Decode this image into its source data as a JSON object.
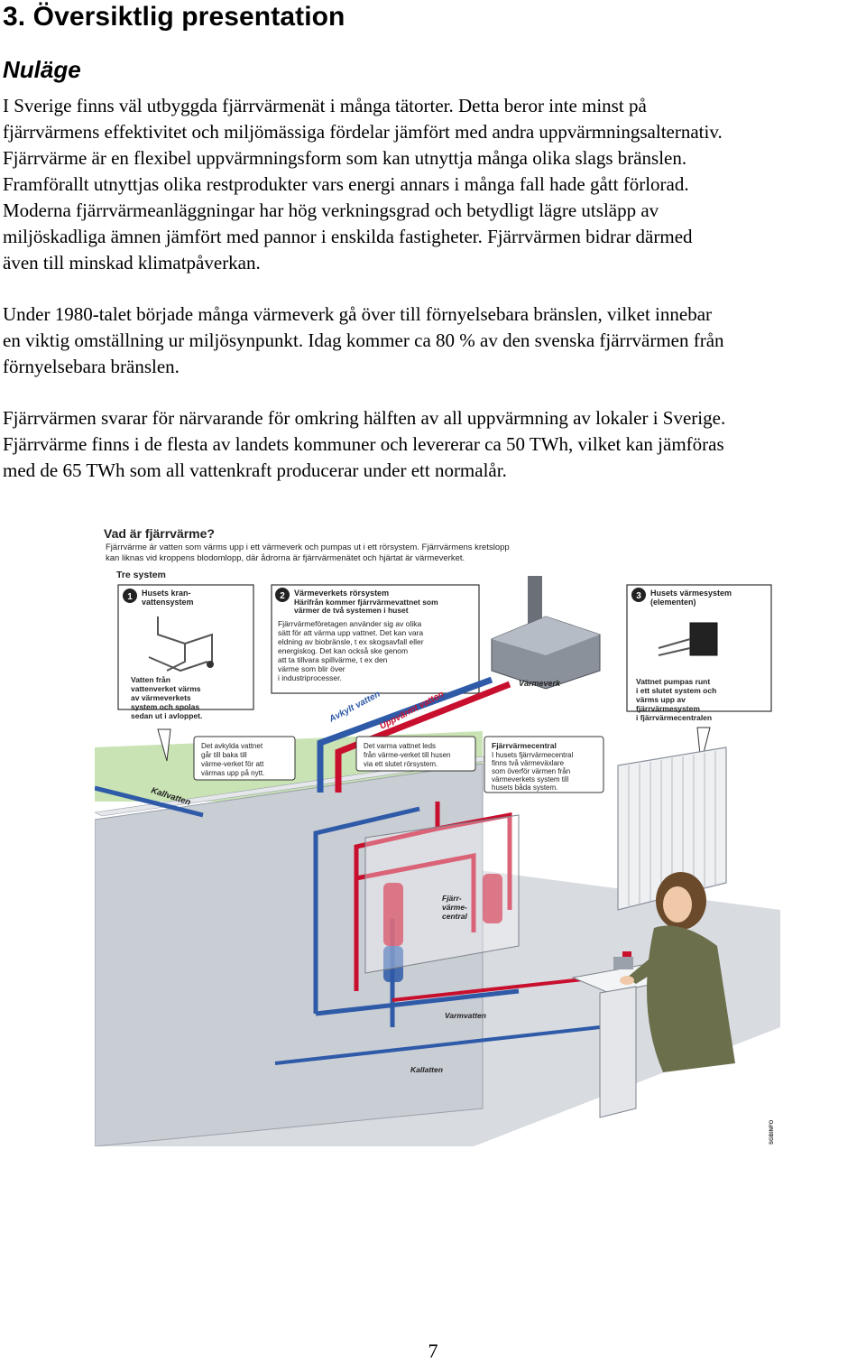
{
  "heading": "3. Översiktlig presentation",
  "subheading": "Nuläge",
  "paragraphs": [
    [
      "I Sverige finns väl utbyggda fjärrvärmenät i många tätorter. Detta beror inte minst på",
      "fjärrvärmens effektivitet och miljömässiga fördelar jämfört med andra uppvärmningsalternativ.",
      "Fjärrvärme är en flexibel uppvärmningsform som kan utnyttja många olika slags bränslen.",
      "Framförallt utnyttjas olika restprodukter vars energi annars i många fall hade gått förlorad.",
      "Moderna fjärrvärmeanläggningar har hög verkningsgrad och betydligt lägre utsläpp av",
      "miljöskadliga ämnen jämfört med pannor i enskilda fastigheter. Fjärrvärmen bidrar därmed",
      "även till minskad klimatpåverkan."
    ],
    [
      "Under 1980-talet började många värmeverk gå över till förnyelsebara bränslen, vilket innebar",
      "en viktig omställning ur miljösynpunkt. Idag kommer ca 80 % av den svenska fjärrvärmen från",
      "förnyelsebara bränslen."
    ],
    [
      "Fjärrvärmen svarar för närvarande för omkring hälften av all uppvärmning av lokaler i Sverige.",
      "Fjärrvärme finns i de flesta av landets kommuner och levererar ca 50 TWh, vilket kan jämföras",
      "med de 65 TWh som all vattenkraft producerar under ett normalår."
    ]
  ],
  "figure": {
    "title": "Vad är fjärrvärme?",
    "intro": [
      "Fjärrvärme är vatten som värms upp i ett värmeverk och pumpas ut i ett rörsystem. Fjärrvärmens kretslopp",
      "kan liknas vid kroppens blodomlopp, där ådrorna är fjärrvärmenätet och hjärtat är värmeverket."
    ],
    "systems_heading": "Tre system",
    "box1": {
      "number": "1",
      "title": [
        "Husets kran-",
        "vattensystem"
      ]
    },
    "box2": {
      "number": "2",
      "title": [
        "Värmeverkets rörsystem"
      ],
      "subtitle": [
        "Härifrån kommer fjärrvärmevattnet som",
        "värmer de två systemen i huset"
      ],
      "text": [
        "Fjärrvärmeföretagen använder sig av olika",
        "sätt för att värma upp vattnet. Det kan vara",
        "eldning av biobränsle, t ex skogsavfall eller",
        "energiskog. Det kan också ske genom",
        "att ta tillvara spillvärme, t ex den",
        "värme som blir över",
        "i industriprocesser."
      ]
    },
    "box3": {
      "number": "3",
      "title": [
        "Husets värmesystem",
        "(elementen)"
      ]
    },
    "callout_left": [
      "Vatten från",
      "vattenverket värms",
      "av värmeverkets",
      "system och spolas",
      "sedan ut i avloppet."
    ],
    "callout_right": [
      "Vattnet pumpas runt",
      "i ett slutet system och",
      "värms upp av",
      "fjärrvärmesystem",
      "i fjärrvärmecentralen"
    ],
    "bubble_cooled": [
      "Det avkylda vattnet",
      "går till baka till",
      "värme-verket för att",
      "värmas upp på nytt."
    ],
    "bubble_warm": [
      "Det varma vattnet leds",
      "från värme-verket till husen",
      "via ett slutet rörsystem."
    ],
    "bubble_central": {
      "title": "Fjärrvärmecentral",
      "text": [
        "I husets fjärrvärmecentral",
        "finns två värmeväxlare",
        "som överför värmen från",
        "värmeverkets system till",
        "husets båda system."
      ]
    },
    "labels": {
      "plant": "Värmeverk",
      "cooled_water": "Avkylt vatten",
      "heated_water": "Uppvärmt vatten",
      "cold_water": "Kallvatten",
      "central": [
        "Fjärr-",
        "värme-",
        "central"
      ],
      "hot_water": "Varmvatten",
      "cold_water_bottom": "Kallatten",
      "credit": "SGBINFO"
    },
    "colors": {
      "hot": "#c8102e",
      "cold": "#2e5aa8",
      "wall": "#cfd2d8",
      "floor": "#aeb5bf",
      "grass": "#9ccc76"
    }
  },
  "page_number": "7"
}
